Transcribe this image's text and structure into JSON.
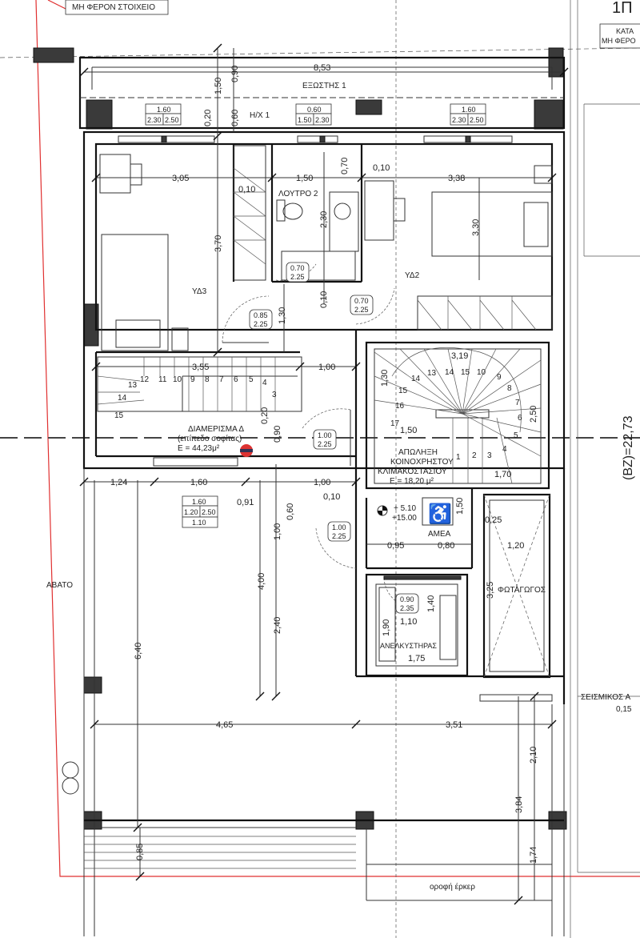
{
  "labels": {
    "top_left_note": "ΜΗ ΦΕΡΟΝ ΣΤΟΙΧΕΙΟ",
    "top_right_code": "1Π",
    "top_right_note1": "ΚΑΤΑ",
    "top_right_note2": "ΜΗ ΦΕΡΟ",
    "balcony": "ΕΞΩΣΤΗΣ 1",
    "hx": "Η/Χ 1",
    "bath": "ΛΟΥΤΡΟ 2",
    "bed3": "ΥΔ3",
    "bed2": "ΥΔ2",
    "apartment_name": "ΔΙΑΜΕΡΙΣΜΑ Δ",
    "apartment_sub": "(επίπεδο σοφίτας)",
    "apartment_area": "Ε = 44,23μ²",
    "stair_loss_1": "ΑΠΩΛΗΞΗ",
    "stair_loss_2": "ΚΟΙΝΟΧΡΗΣΤΟΥ",
    "stair_loss_3": "ΚΛΙΜΑΚΟΣΤΑΣΙΟΥ",
    "stair_loss_area": "Ε = 18,20 μ²",
    "level1": "+ 5.10",
    "level2": "+15.00",
    "amea": "ΑΜΕΑ",
    "elevator": "ΑΝΕΛΚΥΣΤΗΡΑΣ",
    "lightwell": "ΦΩΤΑΓΩΓΟΣ",
    "avato": "ΑΒΑΤΟ",
    "seismic": "ΣΕΙΣΜΙΚΟΣ Α",
    "seismic_val": "0,15",
    "bz": "(ΒΖ)=22,73",
    "erker": "οροφή έρκερ"
  },
  "window_tags": [
    {
      "top": "1.60",
      "bl": "2.30",
      "br": "2.50"
    },
    {
      "top": "0.60",
      "bl": "1.50",
      "br": "2.30"
    },
    {
      "top": "1.60",
      "bl": "2.30",
      "br": "2.50"
    }
  ],
  "door_tags": [
    "0.70",
    "2.25",
    "0.85",
    "2.25",
    "0.70",
    "2.25",
    "1.00",
    "2.25",
    "1.00",
    "2.25",
    "0.90",
    "2.35"
  ],
  "window_tag_low": {
    "top": "1.60",
    "ml": "1.20",
    "mr": "2.50",
    "bot": "1.10"
  },
  "dims": {
    "d853": "8,53",
    "d150a": "1,50",
    "d090a": "0,90",
    "d020a": "0,20",
    "d060a": "0,60",
    "d305": "3,05",
    "d150b": "1,50",
    "d338": "3,38",
    "d010a": "0,10",
    "d070": "0,70",
    "d010b": "0,10",
    "d370": "3,70",
    "d230": "2,30",
    "d330": "3,30",
    "d010c": "0,10",
    "d130a": "1,30",
    "d355": "3,55",
    "d100a": "1,00",
    "d319": "3,19",
    "d130b": "1,30",
    "d250": "2,50",
    "d150c": "1,50",
    "d020b": "0,20",
    "d090b": "0,90",
    "d170": "1,70",
    "d124": "1,24",
    "d160": "1,60",
    "d100b": "1,00",
    "d091": "0,91",
    "d060b": "0,60",
    "d010d": "0,10",
    "d100c": "1,00",
    "d150d": "1,50",
    "d025": "0,25",
    "d095": "0,95",
    "d080": "0,80",
    "d120": "1,20",
    "d400": "4,00",
    "d240": "2,40",
    "d325": "3,25",
    "d140": "1,40",
    "d190": "1,90",
    "d110": "1,10",
    "d175": "1,75",
    "d640": "6,40",
    "d465": "4,65",
    "d351": "3,51",
    "d210": "2,10",
    "d384": "3,84",
    "d085": "0,85",
    "d174": "1,74"
  },
  "stair_numbers_a": [
    "12",
    "11",
    "10",
    "9",
    "8",
    "7",
    "6",
    "5",
    "4",
    "3",
    "13",
    "14",
    "15"
  ],
  "stair_numbers_b": [
    "14",
    "13",
    "14",
    "15",
    "10",
    "9",
    "8",
    "7",
    "6",
    "5",
    "4",
    "3",
    "2",
    "1",
    "15",
    "16",
    "17"
  ]
}
